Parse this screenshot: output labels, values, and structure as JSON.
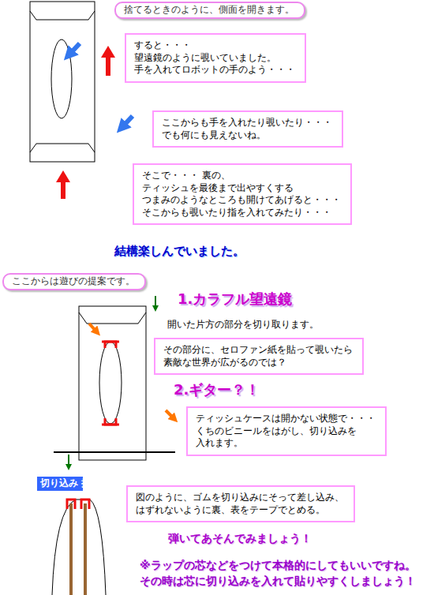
{
  "diagram": {
    "nodes": [
      {
        "text": [
          "捨てるときのように、側面を開きます。"
        ]
      },
      {
        "text": [
          "すると・・・ 望遠鏡のように覗いていました。 手を入れてロボットの手のよう・・・"
        ]
      },
      {
        "text": [
          "ここからも手を入れたり覗いたり・・・ でも何にも見えないね。"
        ]
      },
      {
        "text": [
          "そこで・・・ 裏の、ティッシュを最後まで出やすくする つまみのようなところも開けてあげると・・・ そこからも覗いたり指を入れてみたり・・・"
        ]
      },
      {
        "text": [
          "ここからは遊びの提案です。"
        ]
      },
      {
        "text": [
          "その部分に、セロファン紙を貼って覗いたら 素敵な世界が広がるのでは？"
        ]
      },
      {
        "text": [
          "ティッシュケースは開かない状態で・・・ くちのビニールをはがし、切り込みを 入れます。"
        ]
      },
      {
        "text": [
          "切り込み 拡大図"
        ]
      },
      {
        "text": [
          "図のように、ゴムを切り込みにそって差し込み、 はずれないように裏、表をテープでとめる。"
        ]
      }
    ],
    "labels": [
      "結構楽しんでいました。",
      "1.カラフル望遠鏡",
      "開いた片方の部分を切り取ります。",
      "2.ギター？！",
      "弾いてあそんでみましょう！",
      "※ラップの芯などをつけて本格的にしてもいいですね。 その時は芯に切り込みを入れて貼りやすくしましょう！"
    ]
  }
}
